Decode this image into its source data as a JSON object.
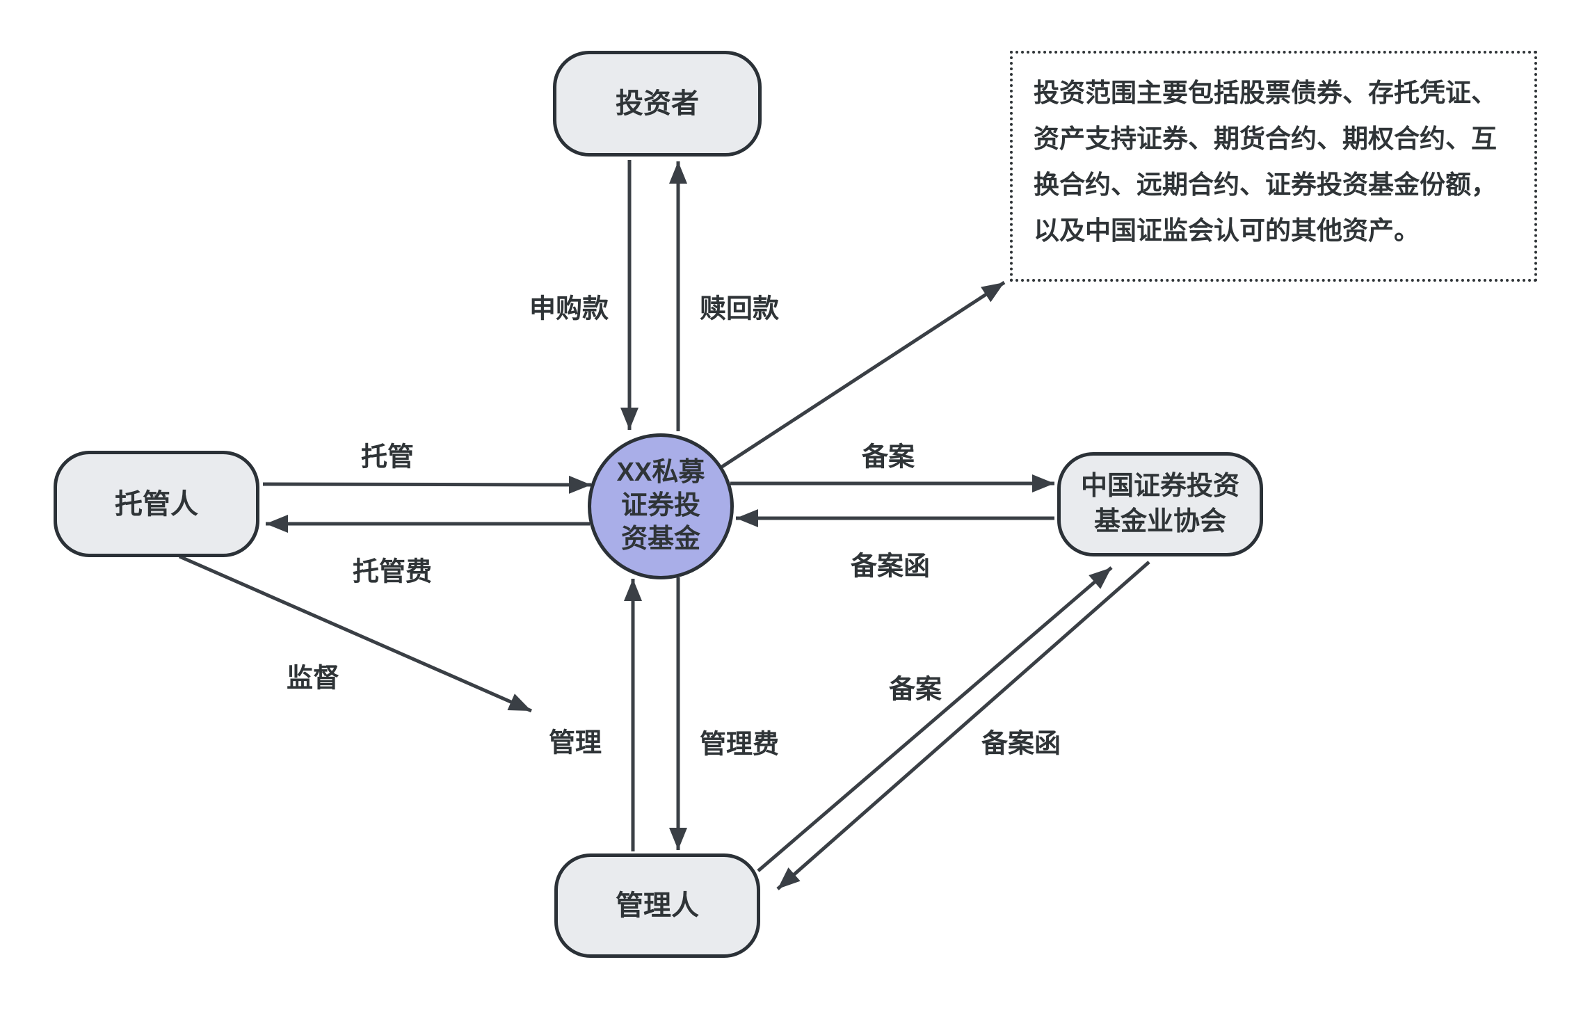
{
  "nodes": {
    "investor": {
      "label": "投资者"
    },
    "fund": {
      "lines": [
        "XX私募",
        "证券投",
        "资基金"
      ]
    },
    "custodian": {
      "label": "托管人"
    },
    "association": {
      "lines": [
        "中国证券投资",
        "基金业协会"
      ]
    },
    "manager": {
      "label": "管理人"
    }
  },
  "note": {
    "text": "投资范围主要包括股票债券、存托凭证、资产支持证券、期货合约、期权合约、互换合约、远期合约、证券投资基金份额，以及中国证监会认可的其他资产。"
  },
  "edges": {
    "subscription": "申购款",
    "redemption": "赎回款",
    "custody": "托管",
    "custody_fee": "托管费",
    "fund_filing": "备案",
    "fund_filing_letter": "备案函",
    "supervision": "监督",
    "management": "管理",
    "management_fee": "管理费",
    "manager_filing": "备案",
    "manager_filing_letter": "备案函"
  },
  "colors": {
    "fund_fill": "#a9aee8",
    "node_fill": "#e9ebee",
    "node_border": "#2b3137",
    "line": "#3a3f45",
    "text": "#2f3437",
    "background": "#ffffff"
  }
}
